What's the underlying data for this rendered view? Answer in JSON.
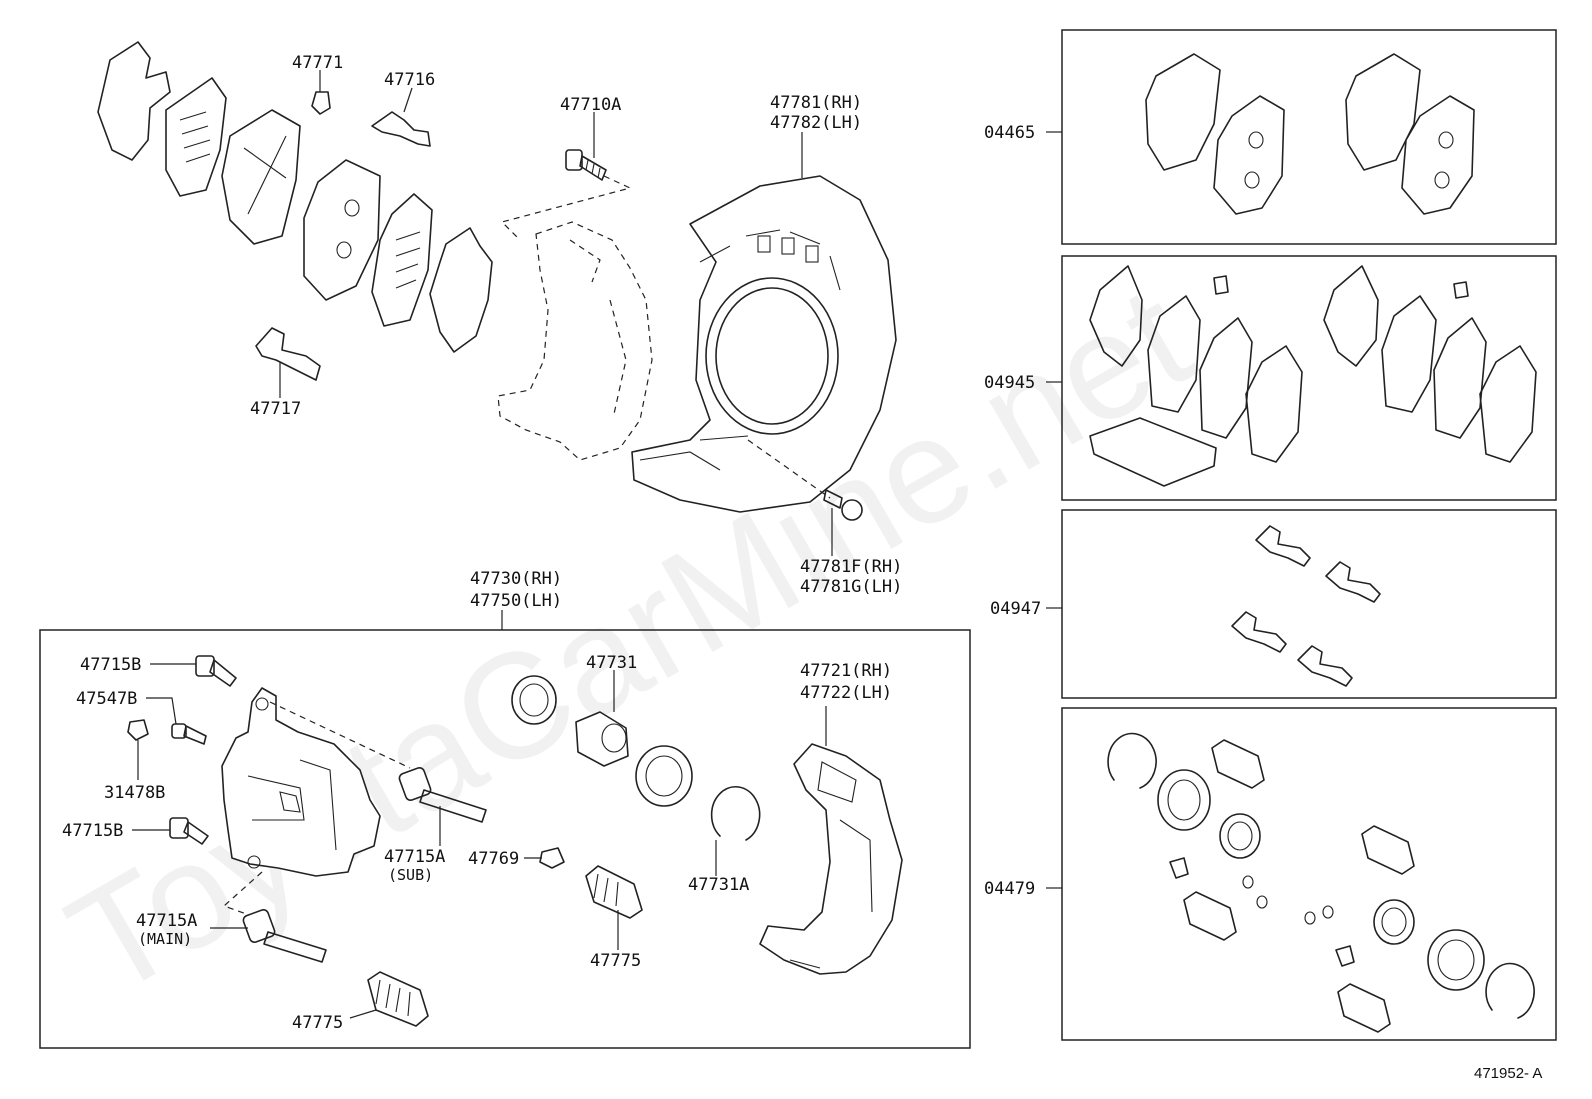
{
  "watermark": "ToyotaCarMine.net",
  "reference": "471952- A",
  "labels": {
    "p47771": "47771",
    "p47716": "47716",
    "p47717": "47717",
    "p47710a": "47710A",
    "p47781": "47781(RH)",
    "p47782": "47782(LH)",
    "p47781f": "47781F(RH)",
    "p47781g": "47781G(LH)",
    "p47730": "47730(RH)",
    "p47750": "47750(LH)",
    "p47715b_top": "47715B",
    "p47547b": "47547B",
    "p31478b": "31478B",
    "p47715b_bot": "47715B",
    "p47715a_main": "47715A",
    "main_note": "(MAIN)",
    "p47775_left": "47775",
    "p47715a_sub": "47715A",
    "sub_note": "(SUB)",
    "p47769": "47769",
    "p47731": "47731",
    "p47775_mid": "47775",
    "p47731a": "47731A",
    "p47721": "47721(RH)",
    "p47722": "47722(LH)",
    "kit04465": "04465",
    "kit04945": "04945",
    "kit04947": "04947",
    "kit04479": "04479"
  }
}
